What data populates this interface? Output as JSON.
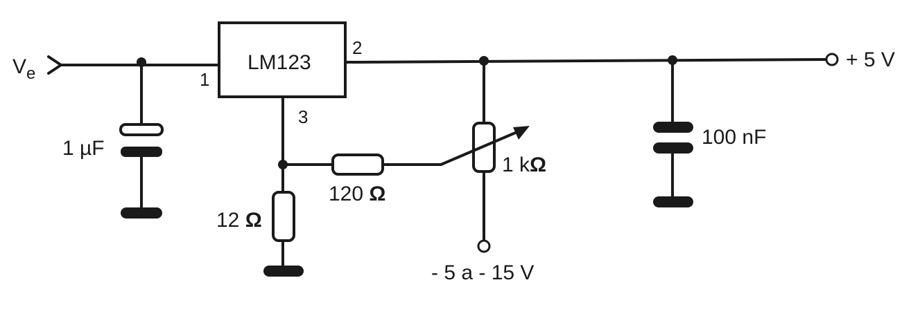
{
  "input_label": "V",
  "input_label_sub": "e",
  "ic": {
    "name": "LM123",
    "pin_in": "1",
    "pin_out": "2",
    "pin_adj": "3"
  },
  "components": {
    "c_input": "1 µF",
    "r_ground_value": "12",
    "r_series_value": "120",
    "pot_value": "1 k",
    "c_output": "100 nF",
    "ohm_symbol": "Ω"
  },
  "terminals": {
    "output": "+ 5 V",
    "negative_supply": "- 5 a - 15 V"
  }
}
